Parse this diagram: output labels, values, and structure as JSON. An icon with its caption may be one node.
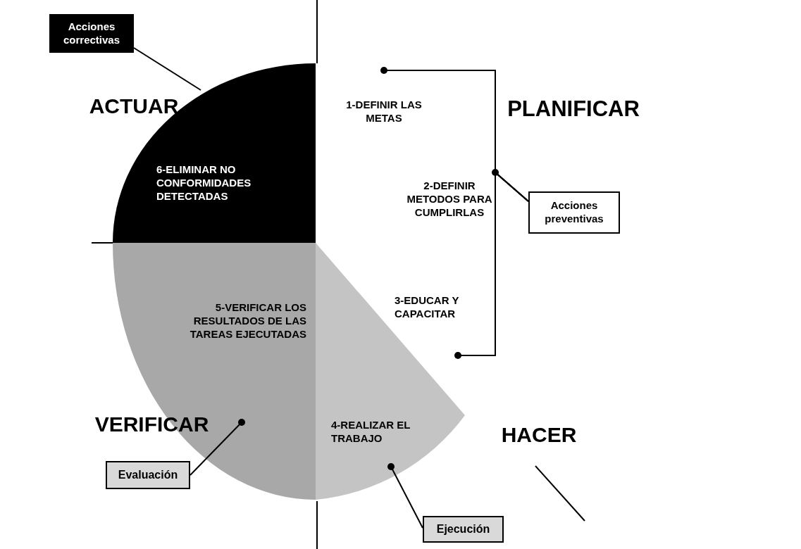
{
  "diagram": {
    "nodes": [
      {
        "text": [
          "Acciones correctivas"
        ]
      },
      {
        "text": [
          "ACTUAR"
        ]
      },
      {
        "text": [
          "1-DEFINIR LAS METAS"
        ]
      },
      {
        "text": [
          "PLANIFICAR"
        ]
      },
      {
        "text": [
          "6-ELIMINAR NO CONFORMIDADES DETECTADAS"
        ]
      },
      {
        "text": [
          "Acciones preventivas"
        ]
      },
      {
        "text": [
          "2-DEFINIR METODOS PARA CUMPLIRLAS"
        ]
      },
      {
        "text": [
          "5-VERIFICAR LOS RESULTADOS DE LAS TAREAS EJECUTADAS"
        ]
      },
      {
        "text": [
          "3-EDUCAR Y CAPACITAR"
        ]
      },
      {
        "text": [
          "VERIFICAR"
        ]
      },
      {
        "text": [
          "4-REALIZAR EL TRABAJO"
        ]
      },
      {
        "text": [
          "HACER"
        ]
      },
      {
        "text": [
          "Evaluación"
        ]
      },
      {
        "text": [
          "Ejecución"
        ]
      }
    ],
    "edges": [
      {
        "from": 0,
        "to": 1,
        "arrow": "none"
      },
      {
        "from": 5,
        "to": 2,
        "arrow": "other"
      },
      {
        "from": 5,
        "to": 6,
        "arrow": "other"
      },
      {
        "from": 5,
        "to": 8,
        "arrow": "other"
      },
      {
        "from": 12,
        "to": 9,
        "arrow": "other"
      },
      {
        "from": 13,
        "to": 10,
        "arrow": "other"
      }
    ]
  }
}
